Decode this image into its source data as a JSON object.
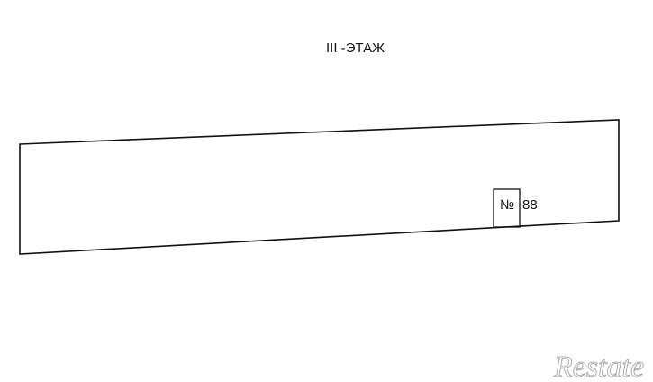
{
  "floor_title": "III -ЭТАЖ",
  "unit": {
    "number_sign": "№",
    "number": "88"
  },
  "watermark": "Restate",
  "colors": {
    "line": "#111111",
    "background": "#ffffff",
    "watermark": "#9a9a9a"
  }
}
